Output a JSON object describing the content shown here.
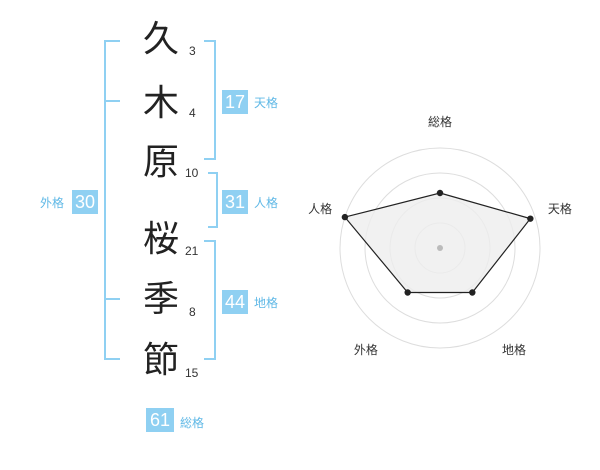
{
  "name": {
    "chars": [
      {
        "char": "久",
        "strokes": "3"
      },
      {
        "char": "木",
        "strokes": "4"
      },
      {
        "char": "原",
        "strokes": "10"
      },
      {
        "char": "桜",
        "strokes": "21"
      },
      {
        "char": "季",
        "strokes": "8"
      },
      {
        "char": "節",
        "strokes": "15"
      }
    ]
  },
  "kakusu": {
    "tenkaku": {
      "value": "17",
      "label": "天格"
    },
    "jinkaku": {
      "value": "31",
      "label": "人格"
    },
    "chikaku": {
      "value": "44",
      "label": "地格"
    },
    "gaikaku": {
      "value": "30",
      "label": "外格"
    },
    "soukaku": {
      "value": "61",
      "label": "総格"
    }
  },
  "chart_data": {
    "type": "radar",
    "axes": [
      "総格",
      "天格",
      "地格",
      "外格",
      "人格"
    ],
    "values": [
      0.55,
      0.95,
      0.55,
      0.55,
      1.0
    ],
    "rings": 4,
    "colors": {
      "fill": "#eeeeee",
      "line": "#222222",
      "grid": "#dddddd",
      "accent": "#8fd0f2"
    }
  }
}
